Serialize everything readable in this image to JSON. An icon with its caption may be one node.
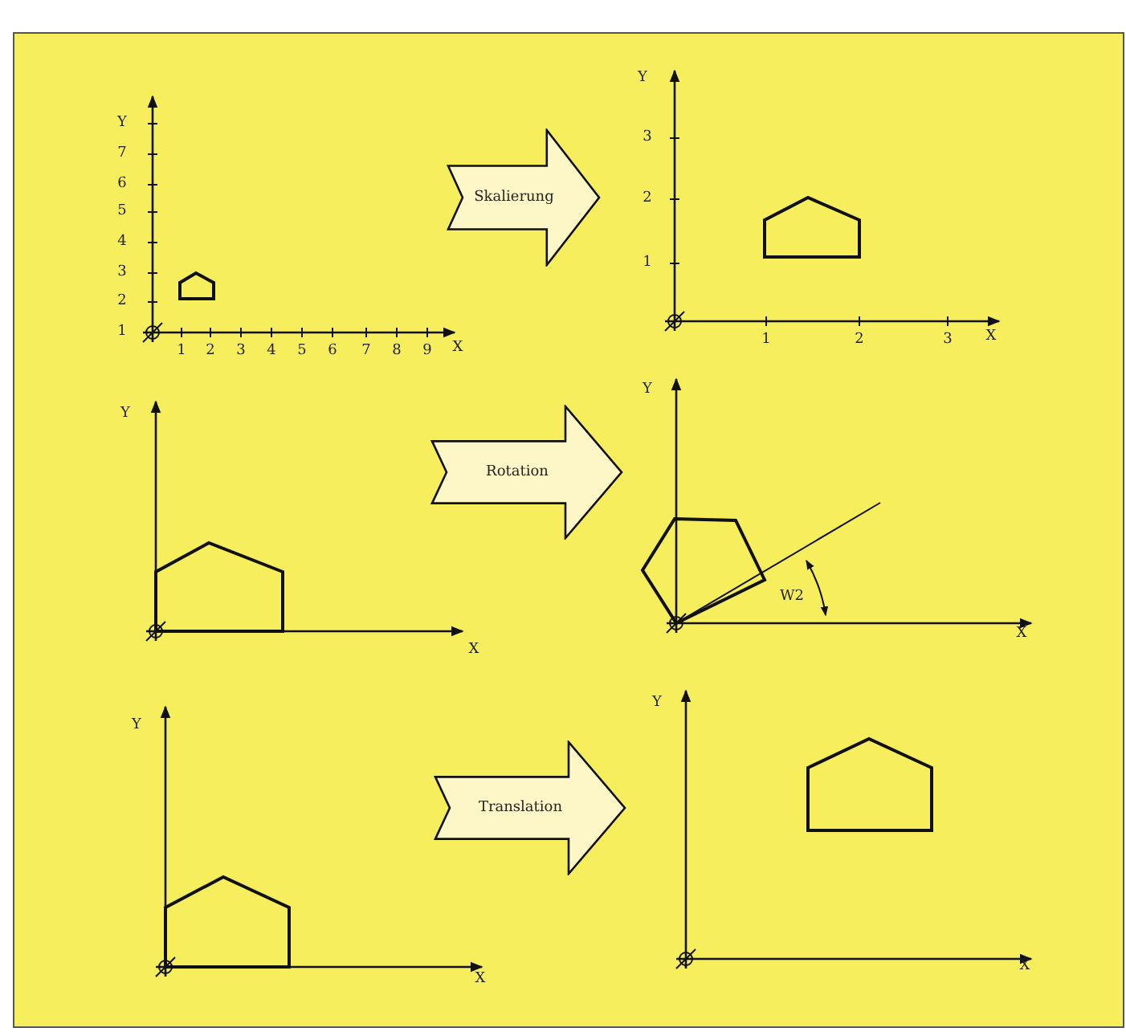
{
  "diagram": {
    "nodes": [
      {
        "text": [
          "Skalierung"
        ]
      },
      {
        "text": [
          "Rotation"
        ]
      },
      {
        "text": [
          "Translation"
        ]
      }
    ],
    "labels": [
      "Y",
      "7",
      "6",
      "5",
      "4",
      "3",
      "2",
      "1",
      "1",
      "2",
      "3",
      "4",
      "5",
      "6",
      "7",
      "8",
      "9",
      "X",
      "Y",
      "3",
      "2",
      "1",
      "1",
      "2",
      "3",
      "X",
      "Y",
      "X",
      "Y",
      "W2",
      "X",
      "Y",
      "X",
      "Y",
      "X"
    ]
  }
}
